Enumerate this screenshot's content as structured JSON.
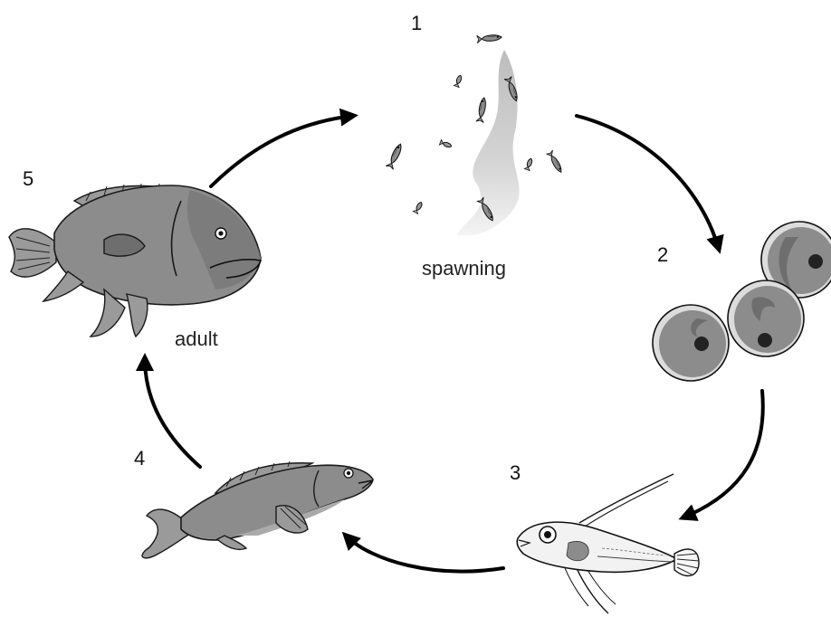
{
  "stages": [
    {
      "number": "1",
      "label": "spawning",
      "icon": "spawning-school-icon"
    },
    {
      "number": "2",
      "label": "",
      "icon": "eggs-icon"
    },
    {
      "number": "3",
      "label": "",
      "icon": "larva-icon"
    },
    {
      "number": "4",
      "label": "",
      "icon": "juvenile-fish-icon"
    },
    {
      "number": "5",
      "label": "adult",
      "icon": "adult-grouper-icon"
    }
  ]
}
